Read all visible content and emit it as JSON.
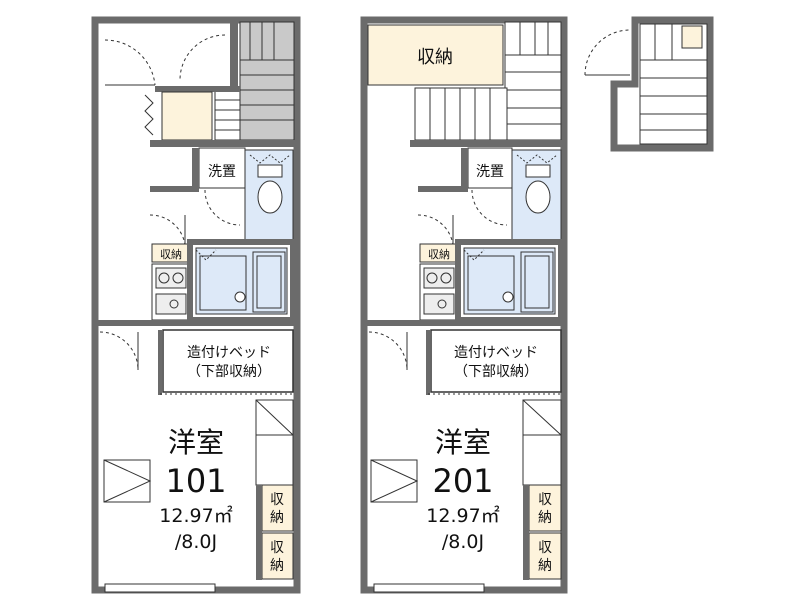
{
  "units": [
    {
      "room_name": "洋室",
      "room_number": "101",
      "area": "12.97㎡",
      "tatami": "/8.0J",
      "bed_line1": "造付けベッド",
      "bed_line2": "（下部収納）",
      "laundry": "洗置",
      "closet_small": "収納",
      "closet_a": "収\n納",
      "closet_b": "収\n納"
    },
    {
      "room_name": "洋室",
      "room_number": "201",
      "area": "12.97㎡",
      "tatami": "/8.0J",
      "bed_line1": "造付けベッド",
      "bed_line2": "（下部収納）",
      "laundry": "洗置",
      "closet_small": "収納",
      "closet_a": "収\n納",
      "closet_b": "収\n納",
      "loft_storage": "収納"
    }
  ],
  "colors": {
    "wall": "#6b6b6b",
    "storage_fill": "#fdf3dc",
    "bath_fill": "#dde9f8",
    "stair_fill": "#c9c9c9"
  }
}
